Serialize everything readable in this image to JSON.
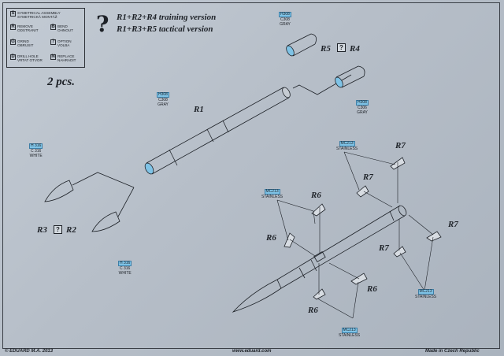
{
  "legend": [
    {
      "icon": "symmetrical-assembly-icon",
      "glyph": "S",
      "line1": "SYMETRICAL ASSEMBLY",
      "line2": "SYMETRICKÁ MONTÁŽ"
    },
    {
      "icon": "remove-icon",
      "glyph": "R",
      "line1": "REMOVE",
      "line2": "ODSTRANIT"
    },
    {
      "icon": "bend-icon",
      "glyph": "B",
      "line1": "BEND",
      "line2": "OHNOUT"
    },
    {
      "icon": "grind-icon",
      "glyph": "G",
      "line1": "GRIND",
      "line2": "OBRUSIT"
    },
    {
      "icon": "option-icon",
      "glyph": "?",
      "line1": "OPTION",
      "line2": "VOLBA"
    },
    {
      "icon": "drill-hole-icon",
      "glyph": "D",
      "line1": "DRILL HOLE",
      "line2": "VRTAT OTVOR"
    },
    {
      "icon": "replace-icon",
      "glyph": "N",
      "line1": "REPLACE",
      "line2": "NAHRADIT"
    }
  ],
  "header": {
    "question_glyph": "?",
    "version1": "R1+R2+R4 training version",
    "version2": "R1+R3+R5 tactical version"
  },
  "count": "2 pcs.",
  "labels": {
    "R1": "R1",
    "R2": "R2",
    "R3": "R3",
    "R4": "R4",
    "R5": "R5",
    "R6": "R6",
    "R7": "R7",
    "option": "?"
  },
  "callouts": {
    "h308": "H308",
    "c308": "C308",
    "gray": "GRAY",
    "h316": "H 316",
    "c316": "C 316",
    "white": "WHITE",
    "mc213": "MC213",
    "stainless": "STAINLESS",
    "h308_r4": "H308",
    "c306": "C306"
  },
  "footer": {
    "copyright": "© EDUARD  M.A. 2013",
    "url": "www.eduard.com",
    "made": "Made in Czech Republic"
  },
  "colors": {
    "paint_blue": "#7fc3e6",
    "ink": "#1d2127"
  }
}
